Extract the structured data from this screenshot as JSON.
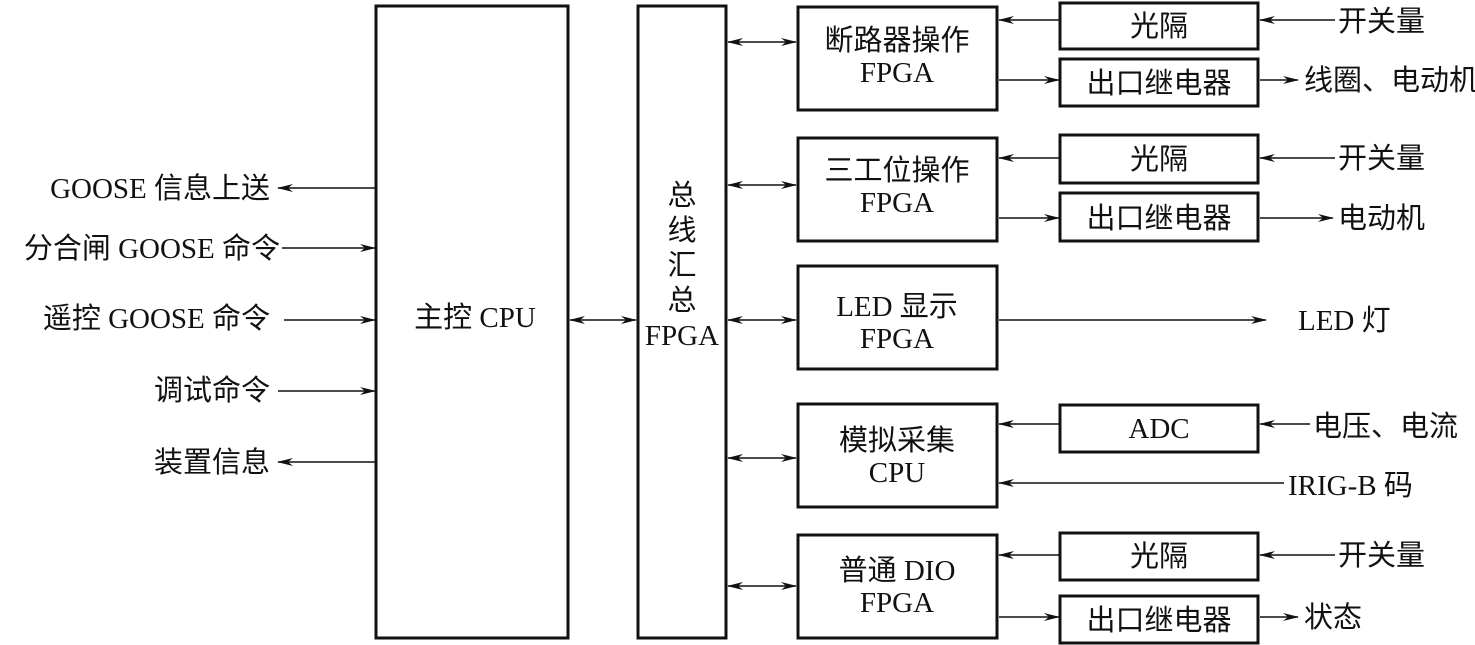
{
  "diagram": {
    "main_cpu": {
      "label": "主控 CPU"
    },
    "bus_fpga": {
      "label_lines": [
        "总",
        "线",
        "汇",
        "总",
        "FPGA"
      ]
    },
    "left_signals": [
      {
        "label": "GOOSE 信息上送",
        "direction": "out"
      },
      {
        "label": "分合闸 GOOSE 命令",
        "direction": "in"
      },
      {
        "label": "遥控 GOOSE 命令",
        "direction": "in"
      },
      {
        "label": "调试命令",
        "direction": "in"
      },
      {
        "label": "装置信息",
        "direction": "out"
      }
    ],
    "modules": [
      {
        "id": "breaker",
        "label_lines": [
          "断路器操作",
          "FPGA"
        ]
      },
      {
        "id": "three-position",
        "label_lines": [
          "三工位操作",
          "FPGA"
        ]
      },
      {
        "id": "led",
        "label_lines": [
          "LED 显示",
          "FPGA"
        ]
      },
      {
        "id": "analog",
        "label_lines": [
          "模拟采集",
          "CPU"
        ]
      },
      {
        "id": "dio",
        "label_lines": [
          "普通 DIO",
          "FPGA"
        ]
      }
    ],
    "sub_blocks": [
      {
        "id": "breaker-opto",
        "label": "光隔",
        "external": "开关量",
        "flow": "in"
      },
      {
        "id": "breaker-relay",
        "label": "出口继电器",
        "external": "线圈、电动机",
        "flow": "out"
      },
      {
        "id": "three-opto",
        "label": "光隔",
        "external": "开关量",
        "flow": "in"
      },
      {
        "id": "three-relay",
        "label": "出口继电器",
        "external": "电动机",
        "flow": "out"
      },
      {
        "id": "adc",
        "label": "ADC",
        "external": "电压、电流",
        "flow": "in"
      },
      {
        "id": "dio-opto",
        "label": "光隔",
        "external": "开关量",
        "flow": "in"
      },
      {
        "id": "dio-relay",
        "label": "出口继电器",
        "external": "状态",
        "flow": "out"
      }
    ],
    "direct_signals": [
      {
        "id": "led-output",
        "label": "LED 灯",
        "flow": "out"
      },
      {
        "id": "irig-input",
        "label": "IRIG-B 码",
        "flow": "in"
      }
    ]
  }
}
